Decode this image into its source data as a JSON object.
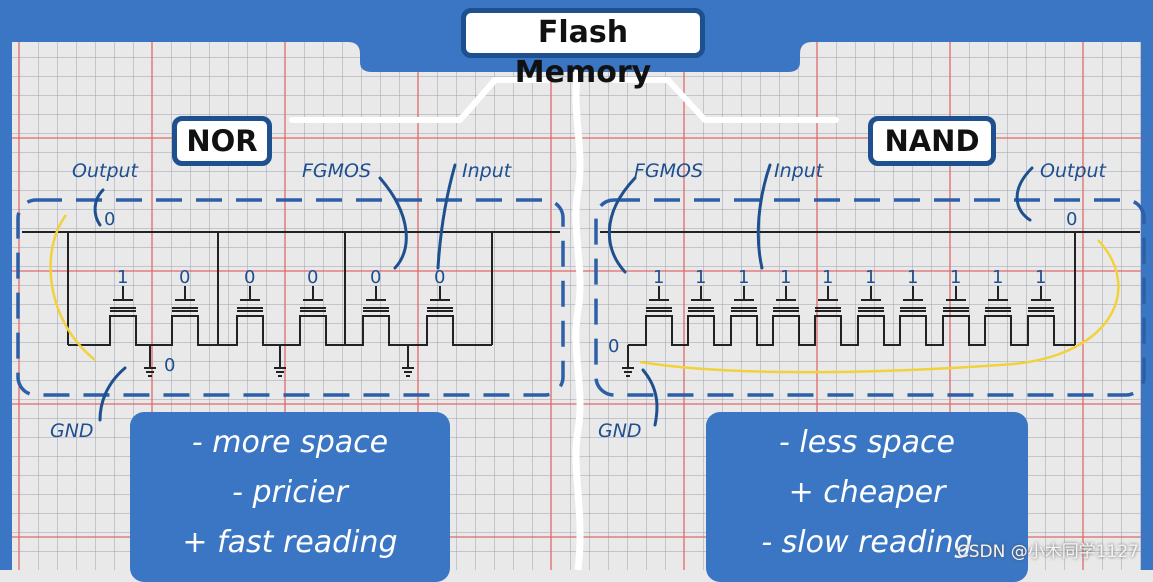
{
  "title": "Flash Memory",
  "nor": {
    "heading": "NOR",
    "labels": {
      "output": "Output",
      "fgmos": "FGMOS",
      "input": "Input",
      "gnd": "GND"
    },
    "output_value": "0",
    "gnd_value": "0",
    "cell_values": [
      "1",
      "0",
      "0",
      "0",
      "0",
      "0"
    ],
    "features": [
      "- more space",
      "- pricier",
      "+ fast reading"
    ]
  },
  "nand": {
    "heading": "NAND",
    "labels": {
      "output": "Output",
      "fgmos": "FGMOS",
      "input": "Input",
      "gnd": "GND"
    },
    "output_value": "0",
    "gnd_value": "0",
    "cell_values": [
      "1",
      "1",
      "1",
      "1",
      "1",
      "1",
      "1",
      "1",
      "1",
      "1"
    ],
    "features": [
      "- less space",
      "+ cheaper",
      "- slow reading"
    ]
  },
  "watermark": "CSDN @小木同学1127",
  "colors": {
    "banner": "#3a76c4",
    "banner_dark": "#1e4f8f",
    "panel": "#3a76c4",
    "grid_minor": "#9aa4ae",
    "grid_major": "#e06a6a",
    "highlight": "#f2d23c",
    "dash": "#2d5fa8"
  }
}
